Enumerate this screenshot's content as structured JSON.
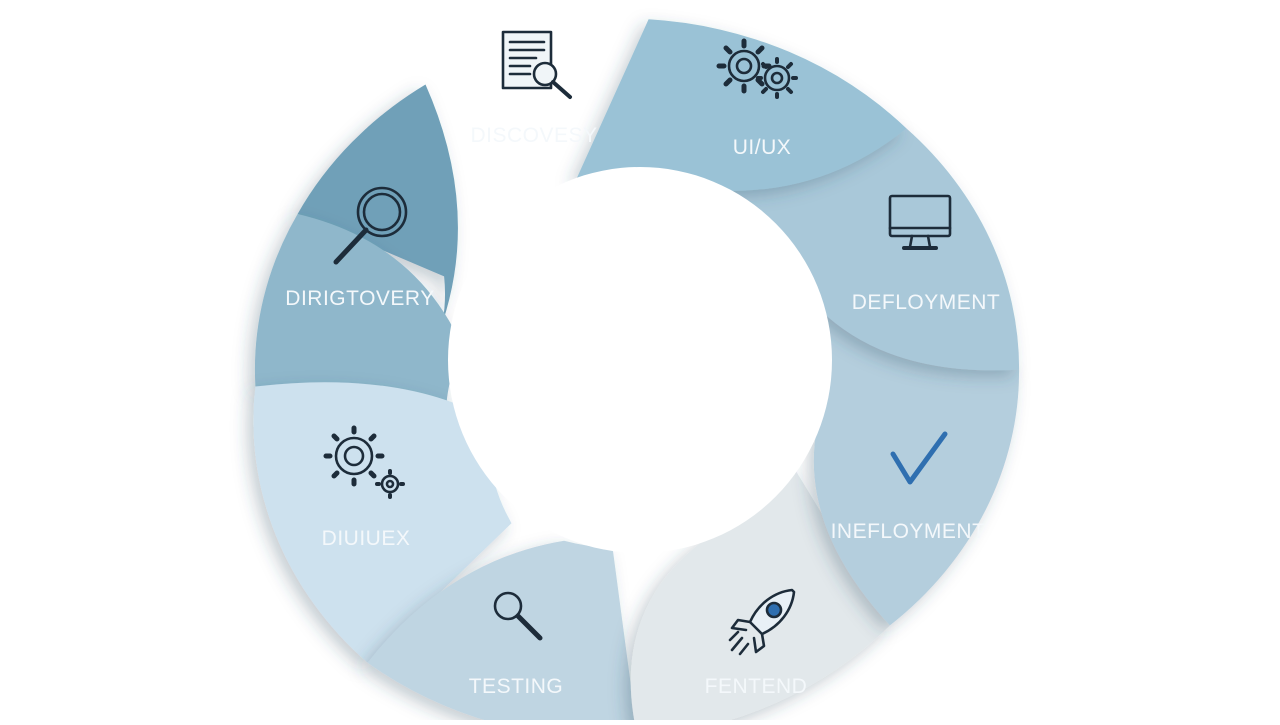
{
  "segments": [
    {
      "id": "discovery",
      "label": "DISCOVESY",
      "icon": "document-search-icon",
      "fill": "#9ac2d6"
    },
    {
      "id": "uiux",
      "label": "UI/UX",
      "icon": "gears-icon",
      "fill": "#a9c8d9"
    },
    {
      "id": "deployment",
      "label": "DEFLOYMENT",
      "icon": "monitor-icon",
      "fill": "#b4cedd"
    },
    {
      "id": "inefloyment",
      "label": "INEFLOYMENT",
      "icon": "checkmark-icon",
      "fill": "#e2e8eb"
    },
    {
      "id": "fentend",
      "label": "FENTEND",
      "icon": "rocket-icon",
      "fill": "#bfd5e2"
    },
    {
      "id": "testing",
      "label": "TESTING",
      "icon": "magnifier-icon",
      "fill": "#cde1ee"
    },
    {
      "id": "diuiuex",
      "label": "DIUIUEX",
      "icon": "gears-icon",
      "fill": "#8fb7cb"
    },
    {
      "id": "dirigtovery",
      "label": "DIRIGTOVERY",
      "icon": "magnifier-icon",
      "fill": "#6fa0b8"
    }
  ],
  "colors": {
    "icon_stroke": "#1d2c3a",
    "icon_accent": "#2f6fb0",
    "label_text": "#f4f8fb"
  }
}
